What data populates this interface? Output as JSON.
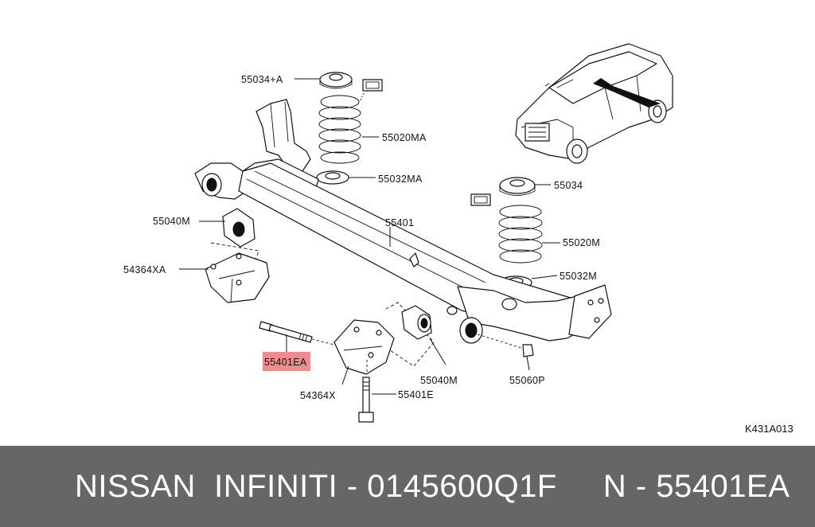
{
  "diagram": {
    "reference_code": "K431A013",
    "highlighted_part": "55401EA",
    "highlight_color": "#f08c8c",
    "labels": {
      "p55034_a": "55034+A",
      "p55020ma": "55020MA",
      "p55032ma": "55032MA",
      "p55040m_left": "55040M",
      "p55401": "55401",
      "p55034": "55034",
      "p55020m": "55020M",
      "p55032m": "55032M",
      "p54364xa": "54364XA",
      "p55401ea": "55401EA",
      "p55040m_bottom": "55040M",
      "p55060p": "55060P",
      "p54364x": "54364X",
      "p55401e": "55401E"
    }
  },
  "banner": {
    "text": "NISSAN  INFINITI - 0145600Q1F     N - 55401EA",
    "background": "#666666"
  }
}
